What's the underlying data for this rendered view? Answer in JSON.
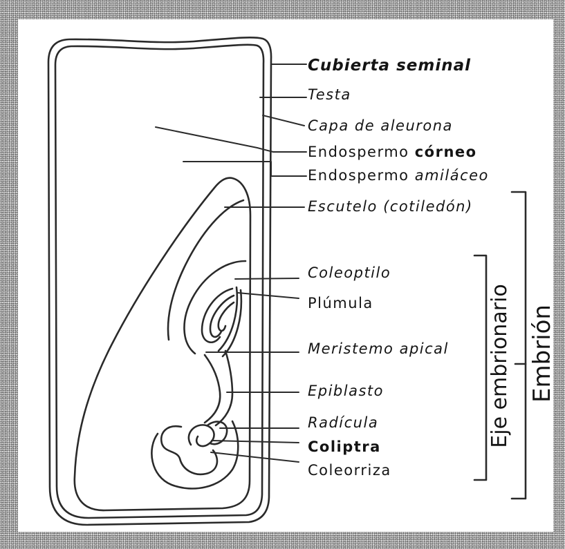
{
  "diagram": {
    "labels": {
      "cubierta_seminal": "Cubierta seminal",
      "testa": "Testa",
      "capa_de_aleurona": "Capa de aleurona",
      "endospermo_corneo": {
        "noun": "Endospermo",
        "qualifier": "córneo"
      },
      "endospermo_amilaceo": {
        "noun": "Endospermo",
        "qualifier": "amiláceo"
      },
      "escutelo": "Escutelo (cotiledón)",
      "coleoptilo": "Coleoptilo",
      "plumula": "Plúmula",
      "meristemo_apical": "Meristemo apical",
      "epiblasto": "Epiblasto",
      "radicula": "Radícula",
      "coliptra": "Coliptra",
      "coleorriza": "Coleorriza"
    },
    "brackets": {
      "eje_embrionario": "Eje embrionario",
      "embrion": "Embrión"
    }
  },
  "colors": {
    "line": "#2a2a2a",
    "text": "#141414",
    "paper": "#ffffff",
    "frame": "#cdcdcd"
  }
}
